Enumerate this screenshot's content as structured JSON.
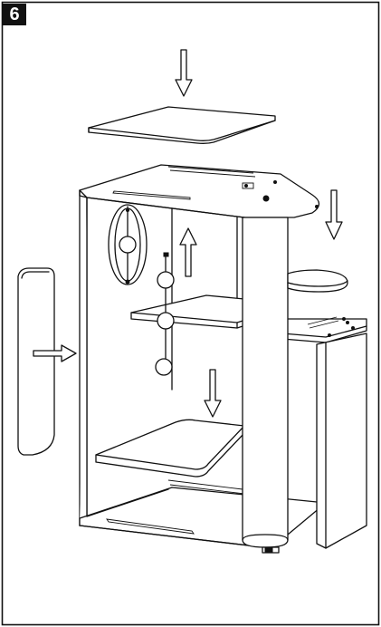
{
  "step": {
    "number": "6"
  },
  "illustration": {
    "parts": [
      "top-board",
      "cabinet",
      "post",
      "side-panel",
      "round-platform",
      "middle-shelf",
      "bottom-shelf",
      "hanging-toy",
      "oval-window"
    ],
    "arrows": [
      "arrow-down-top",
      "arrow-down-right",
      "arrow-up-inside",
      "arrow-down-inside",
      "arrow-right-left"
    ],
    "colors": {
      "line": "#111111",
      "background": "#ffffff",
      "badge": "#111111",
      "badge_text": "#ffffff"
    }
  }
}
